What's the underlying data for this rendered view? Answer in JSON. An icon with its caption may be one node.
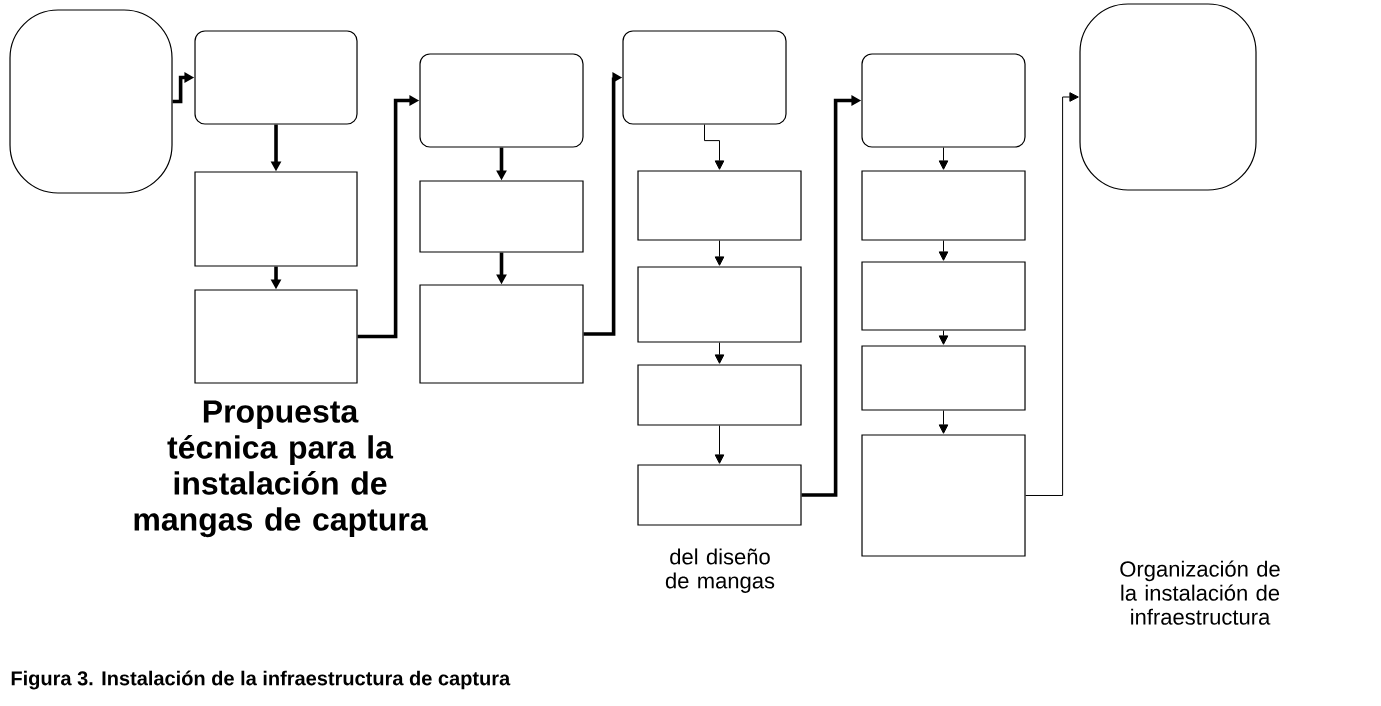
{
  "diagram": {
    "caption": "Figura 3. Instalación de la infraestructura de captura",
    "nodes": [
      {
        "text": [],
        "shape": "box"
      },
      {
        "text": [],
        "shape": "box"
      },
      {
        "text": [],
        "shape": "box"
      },
      {
        "text": [],
        "shape": "box"
      },
      {
        "text": [],
        "shape": "box"
      },
      {
        "text": [],
        "shape": "box"
      },
      {
        "text": [],
        "shape": "box"
      },
      {
        "text": [],
        "shape": "box"
      },
      {
        "text": [],
        "shape": "box"
      },
      {
        "text": [],
        "shape": "box"
      },
      {
        "text": [],
        "shape": "box"
      },
      {
        "text": [],
        "shape": "box"
      },
      {
        "text": [],
        "shape": "box"
      },
      {
        "text": [],
        "shape": "box"
      },
      {
        "text": [],
        "shape": "box"
      },
      {
        "text": [],
        "shape": "box"
      },
      {
        "text": [],
        "shape": "box"
      },
      {
        "text": [],
        "shape": "box"
      }
    ],
    "edges": [
      {
        "from": 0,
        "to": 1,
        "arrow": "to",
        "style": "thick"
      },
      {
        "from": 1,
        "to": 2,
        "arrow": "to",
        "style": "thick"
      },
      {
        "from": 2,
        "to": 3,
        "arrow": "to",
        "style": "thick"
      },
      {
        "from": 3,
        "to": 4,
        "arrow": "to",
        "style": "thick"
      },
      {
        "from": 4,
        "to": 5,
        "arrow": "to",
        "style": "thick"
      },
      {
        "from": 5,
        "to": 6,
        "arrow": "to",
        "style": "thick"
      },
      {
        "from": 6,
        "to": 7,
        "arrow": "to",
        "style": "thick"
      },
      {
        "from": 7,
        "to": 8,
        "arrow": "to"
      },
      {
        "from": 8,
        "to": 9,
        "arrow": "to"
      },
      {
        "from": 9,
        "to": 10,
        "arrow": "to"
      },
      {
        "from": 10,
        "to": 11,
        "arrow": "to"
      },
      {
        "from": 11,
        "to": 12,
        "arrow": "to",
        "style": "thick"
      },
      {
        "from": 12,
        "to": 13,
        "arrow": "to"
      },
      {
        "from": 13,
        "to": 14,
        "arrow": "to"
      },
      {
        "from": 14,
        "to": 15,
        "arrow": "to"
      },
      {
        "from": 15,
        "to": 16,
        "arrow": "to"
      },
      {
        "from": 16,
        "to": 17,
        "arrow": "to"
      }
    ],
    "labels": [
      "Propuesta técnica para la instalación de mangas de captura",
      "del diseño de mangas",
      "Organización de la instalación de infraestructura"
    ]
  }
}
